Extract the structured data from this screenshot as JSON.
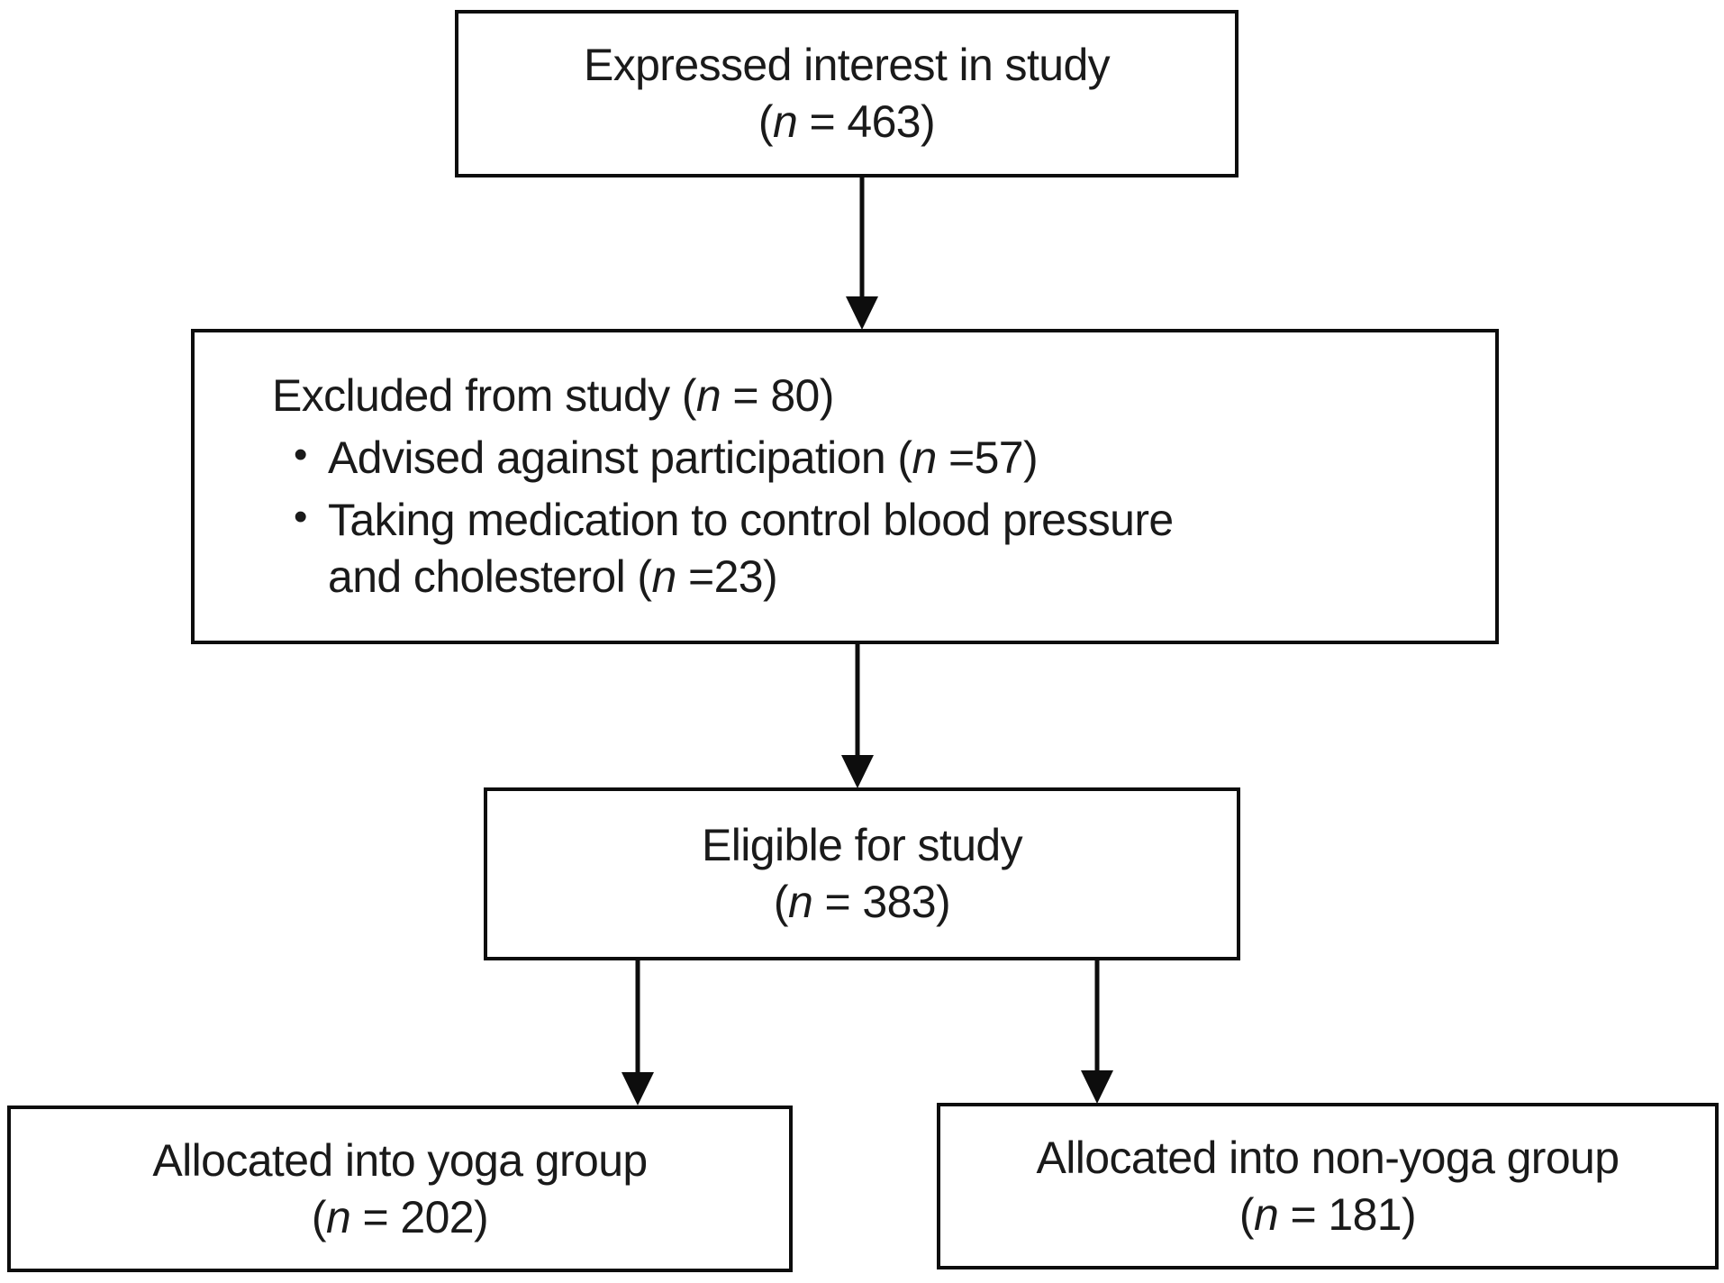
{
  "diagram": {
    "title": "Study participant flow diagram",
    "type": "flowchart",
    "stroke_color": "#0d0d0d",
    "text_color": "#1a1a1a",
    "background_color": "#ffffff"
  },
  "boxes": {
    "expressed_interest": {
      "line1": "Expressed interest in study",
      "line2_prefix": "(",
      "line2_italic": "n",
      "line2_suffix": " = 463)"
    },
    "excluded": {
      "heading_prefix": "Excluded from study (",
      "heading_italic": "n",
      "heading_suffix": " = 80)",
      "bullet_marker": "•",
      "bullets": [
        {
          "lines": [
            {
              "prefix": "Advised against participation (",
              "italic": "n",
              "suffix": " =57)"
            }
          ]
        },
        {
          "lines": [
            {
              "prefix": "Taking medication to control blood pressure",
              "italic": "",
              "suffix": ""
            },
            {
              "prefix": "and cholesterol (",
              "italic": "n",
              "suffix": " =23)"
            }
          ]
        }
      ]
    },
    "eligible": {
      "line1": "Eligible for study",
      "line2_prefix": "(",
      "line2_italic": "n",
      "line2_suffix": " = 383)"
    },
    "yoga_group": {
      "line1": "Allocated into yoga group",
      "line2_prefix": "(",
      "line2_italic": "n",
      "line2_suffix": " = 202)"
    },
    "non_yoga_group": {
      "line1": "Allocated into non-yoga group",
      "line2_prefix": "(",
      "line2_italic": "n",
      "line2_suffix": " = 181)"
    }
  },
  "connectors": [
    {
      "name": "interest-to-excluded",
      "from": "expressed_interest",
      "to": "excluded"
    },
    {
      "name": "excluded-to-eligible",
      "from": "excluded",
      "to": "eligible"
    },
    {
      "name": "eligible-to-yoga",
      "from": "eligible",
      "to": "yoga_group"
    },
    {
      "name": "eligible-to-non-yoga",
      "from": "eligible",
      "to": "non_yoga_group"
    }
  ]
}
